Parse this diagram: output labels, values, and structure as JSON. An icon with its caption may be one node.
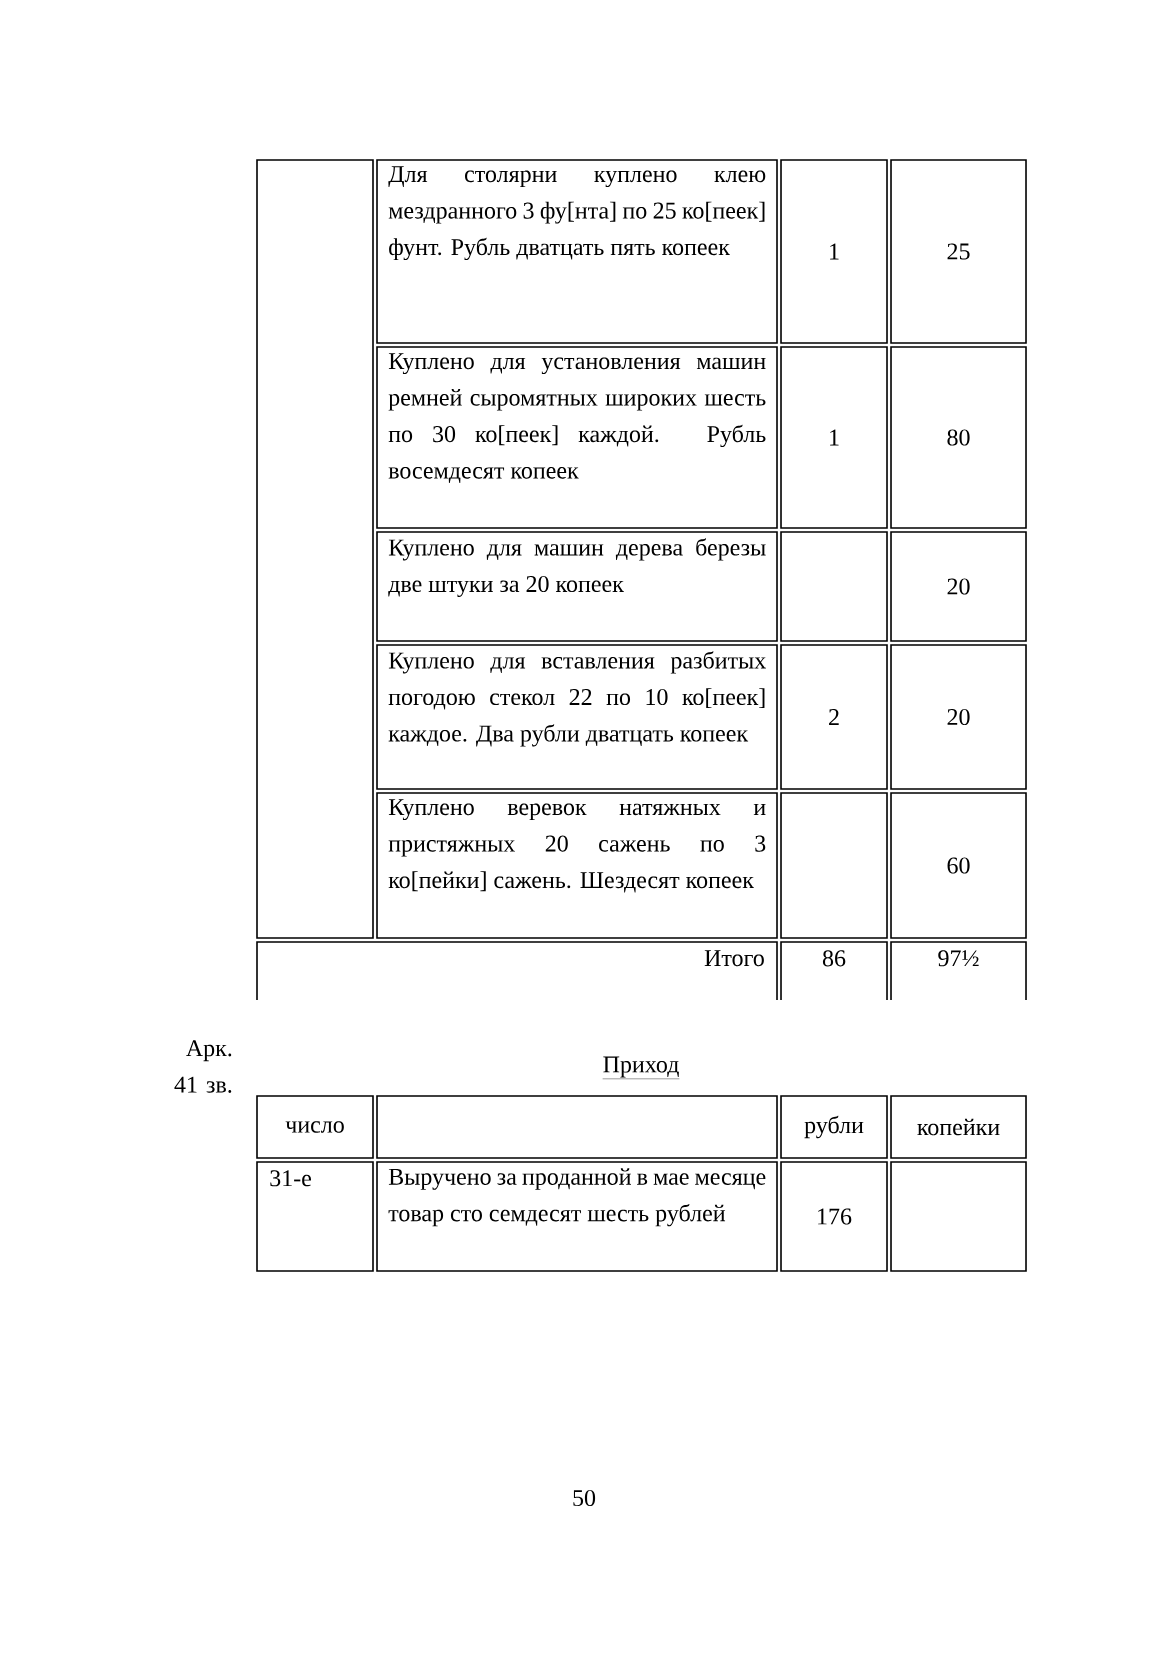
{
  "diagram": {
    "labels": [
      "Для столярни куплено клею мездранного 3 фу[нта] по 25 ко[пеек] фунт. Рубль дватцать пять копеек",
      "1",
      "25",
      "Куплено для установления машин ремней сыромятных широких шесть по 30 ко[пеек] каждой. Рубль восемдесят копеек",
      "1",
      "80",
      "Куплено для машин дерева березы две штуки за 20 копеек",
      "20",
      "Куплено для вставления разбитых погодою стекол 22 по 10 ко[пеек] каждое. Два рубли дватцать копеек",
      "2",
      "20",
      "Куплено веревок натяжных и пристяжных 20 сажень по 3 ко[пейки] сажень. Шездесят копеек",
      "60",
      "Итого",
      "86",
      "97½",
      "Арк. 41 зв.",
      "Приход",
      "число",
      "рубли",
      "копейки",
      "31-е",
      "Выручено за проданной в мае месяце товар сто семдесят шесть рублей",
      "176",
      "50"
    ]
  }
}
